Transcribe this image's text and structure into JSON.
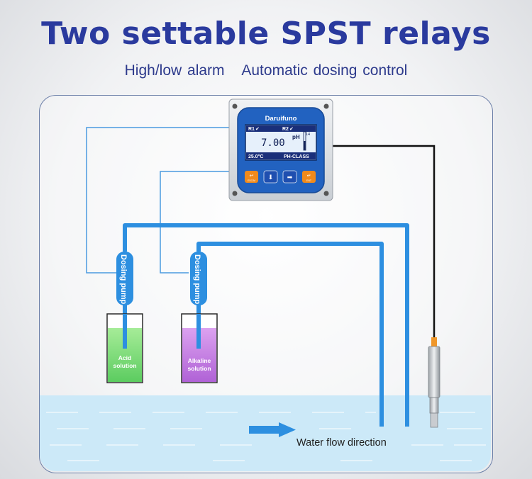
{
  "heading": {
    "title": "Two settable SPST relays",
    "subtitle_left": "High/low alarm",
    "subtitle_right": "Automatic dosing control"
  },
  "controller": {
    "brand": "Daruifuno",
    "relay1": "R1",
    "relay2": "R2",
    "value": "7.00",
    "unit": "pH",
    "scale_max": "14",
    "temperature": "25.0°C",
    "mode": "PH-CLASS",
    "buttons": [
      {
        "icon": "back-icon",
        "label": "ESC/M"
      },
      {
        "icon": "down-arrow-icon",
        "label": ""
      },
      {
        "icon": "right-arrow-icon",
        "label": ""
      },
      {
        "icon": "enter-icon",
        "label": "ENT"
      }
    ]
  },
  "pumps": [
    {
      "label": "Dosing pump"
    },
    {
      "label": "Dosing pump"
    }
  ],
  "tanks": [
    {
      "line1": "Acid",
      "line2": "solution",
      "color": "#7ddd7a"
    },
    {
      "line1": "Alkaline",
      "line2": "solution",
      "color": "#c27ae0"
    }
  ],
  "water": {
    "flow_label": "Water flow direction",
    "color": "#cce9f8"
  },
  "colors": {
    "title": "#2a3a9e",
    "pipe": "#2d8fe0",
    "wire": "#4a9ae0",
    "cable": "#111111"
  }
}
